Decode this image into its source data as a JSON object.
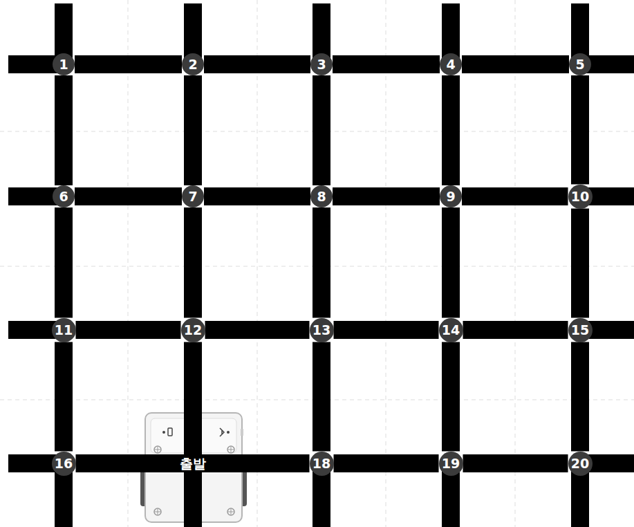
{
  "diagram": {
    "nodes": [
      {
        "text": [
          "1"
        ]
      },
      {
        "text": [
          "2"
        ]
      },
      {
        "text": [
          "3"
        ]
      },
      {
        "text": [
          "4"
        ]
      },
      {
        "text": [
          "5"
        ]
      },
      {
        "text": [
          "6"
        ]
      },
      {
        "text": [
          "7"
        ]
      },
      {
        "text": [
          "8"
        ]
      },
      {
        "text": [
          "9"
        ]
      },
      {
        "text": [
          "10"
        ]
      },
      {
        "text": [
          "11"
        ]
      },
      {
        "text": [
          "12"
        ]
      },
      {
        "text": [
          "13"
        ]
      },
      {
        "text": [
          "14"
        ]
      },
      {
        "text": [
          "15"
        ]
      },
      {
        "text": [
          "16"
        ]
      },
      {
        "text": [
          "출발"
        ]
      },
      {
        "text": [
          "18"
        ]
      },
      {
        "text": [
          "19"
        ]
      },
      {
        "text": [
          "20"
        ]
      }
    ],
    "edges": [
      {
        "from": 0,
        "to": 1,
        "arrow": "none"
      },
      {
        "from": 1,
        "to": 2,
        "arrow": "none"
      },
      {
        "from": 2,
        "to": 3,
        "arrow": "none"
      },
      {
        "from": 3,
        "to": 4,
        "arrow": "none"
      },
      {
        "from": 5,
        "to": 6,
        "arrow": "none"
      },
      {
        "from": 6,
        "to": 7,
        "arrow": "none"
      },
      {
        "from": 7,
        "to": 8,
        "arrow": "none"
      },
      {
        "from": 8,
        "to": 9,
        "arrow": "none"
      },
      {
        "from": 10,
        "to": 11,
        "arrow": "none"
      },
      {
        "from": 11,
        "to": 12,
        "arrow": "none"
      },
      {
        "from": 12,
        "to": 13,
        "arrow": "none"
      },
      {
        "from": 13,
        "to": 14,
        "arrow": "none"
      },
      {
        "from": 15,
        "to": 16,
        "arrow": "none"
      },
      {
        "from": 16,
        "to": 17,
        "arrow": "none"
      },
      {
        "from": 17,
        "to": 18,
        "arrow": "none"
      },
      {
        "from": 18,
        "to": 19,
        "arrow": "none"
      },
      {
        "from": 0,
        "to": 5,
        "arrow": "none"
      },
      {
        "from": 5,
        "to": 10,
        "arrow": "none"
      },
      {
        "from": 10,
        "to": 15,
        "arrow": "none"
      },
      {
        "from": 1,
        "to": 6,
        "arrow": "none"
      },
      {
        "from": 6,
        "to": 11,
        "arrow": "none"
      },
      {
        "from": 11,
        "to": 16,
        "arrow": "none"
      },
      {
        "from": 2,
        "to": 7,
        "arrow": "none"
      },
      {
        "from": 7,
        "to": 12,
        "arrow": "none"
      },
      {
        "from": 12,
        "to": 17,
        "arrow": "none"
      },
      {
        "from": 3,
        "to": 8,
        "arrow": "none"
      },
      {
        "from": 8,
        "to": 13,
        "arrow": "none"
      },
      {
        "from": 13,
        "to": 18,
        "arrow": "none"
      },
      {
        "from": 4,
        "to": 9,
        "arrow": "none"
      },
      {
        "from": 9,
        "to": 14,
        "arrow": "none"
      },
      {
        "from": 14,
        "to": 19,
        "arrow": "none"
      }
    ]
  }
}
